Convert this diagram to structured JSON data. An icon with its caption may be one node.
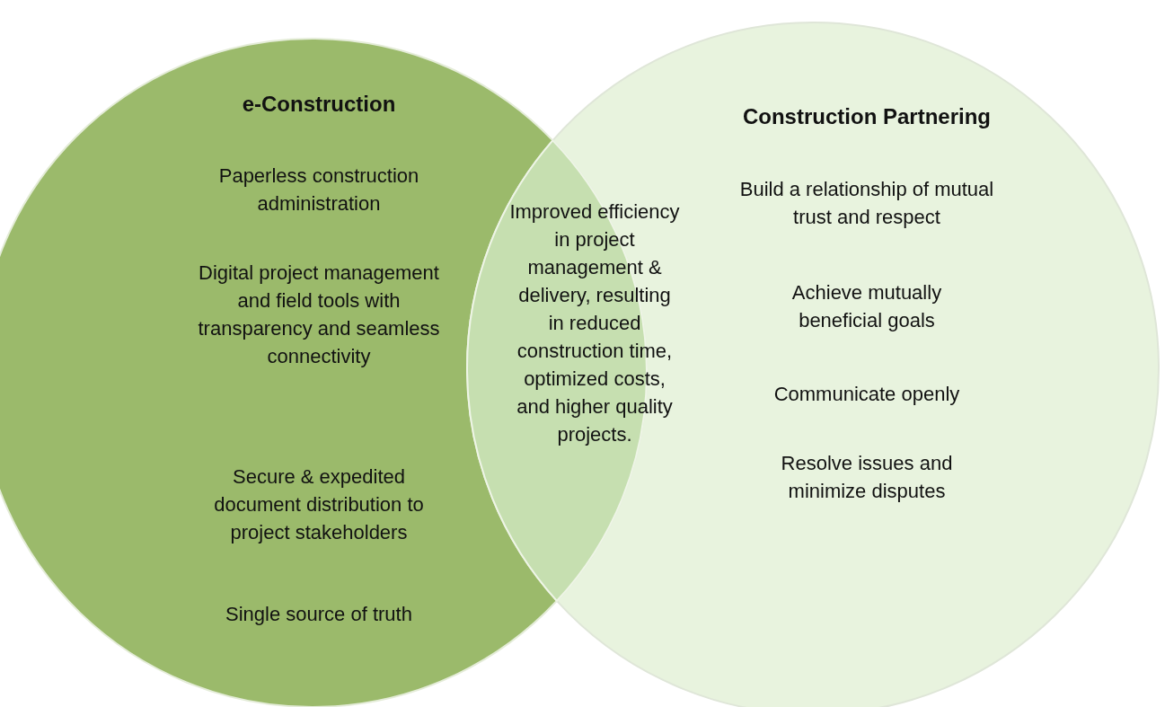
{
  "diagram": {
    "nodes": [
      {
        "text": [
          "e-Construction",
          "Paperless construction administration",
          "Digital project management and field tools with transparency and seamless connectivity",
          "Secure & expedited document distribution to project stakeholders",
          "Single source of truth"
        ]
      },
      {
        "text": [
          "Construction Partnering",
          "Build a relationship of mutual trust and respect",
          "Achieve mutually beneficial goals",
          "Communicate openly",
          "Resolve issues and minimize disputes"
        ]
      },
      {
        "text": [
          "Improved efficiency in project management & delivery, resulting in reduced construction time, optimized costs, and higher quality projects."
        ]
      }
    ]
  }
}
